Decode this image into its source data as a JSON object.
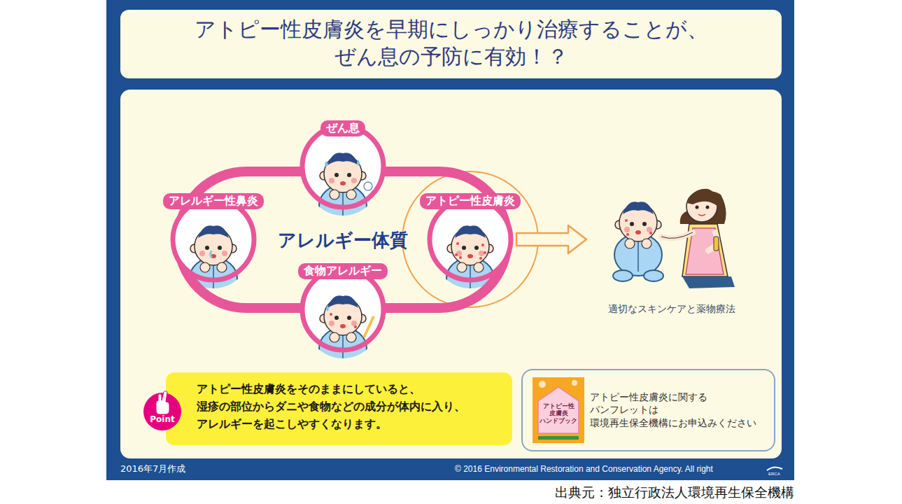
{
  "diagram": {
    "title": "アトピー性皮膚炎を早期にしっかり治療することが、 ぜん息の予防に有効！？",
    "caption": "出典元：独立行政法人環境再生保全機構",
    "nodes": [
      {
        "text": [
          "アレルギー体質"
        ]
      },
      {
        "text": [
          "ぜん息"
        ]
      },
      {
        "text": [
          "アレルギー性鼻炎"
        ]
      },
      {
        "text": [
          "アトピー性皮膚炎"
        ]
      },
      {
        "text": [
          "食物アレルギー"
        ]
      },
      {
        "text": [
          "適切なスキンケアと薬物療法"
        ]
      },
      {
        "text": [
          "Point",
          "アトピー性皮膚炎をそのままにしていると、 湿疹の部位からダニや食物などの成分が体内に入り、 アレルギーを起こしやすくなります。"
        ]
      },
      {
        "text": [
          "アトピー性皮膚炎に関する パンフレットは 環境再生保全機構にお申込みください"
        ]
      },
      {
        "text": [
          "アトピー性 皮膚炎 ハンドブック"
        ],
        "in": 7
      }
    ],
    "edges": [
      {
        "from": 3,
        "to": 5,
        "arrow": "to"
      }
    ],
    "labels": [
      "2016年7月作成",
      "© 2016 Environmental Restoration and Conservation Agency. All right",
      "ERCA"
    ]
  }
}
